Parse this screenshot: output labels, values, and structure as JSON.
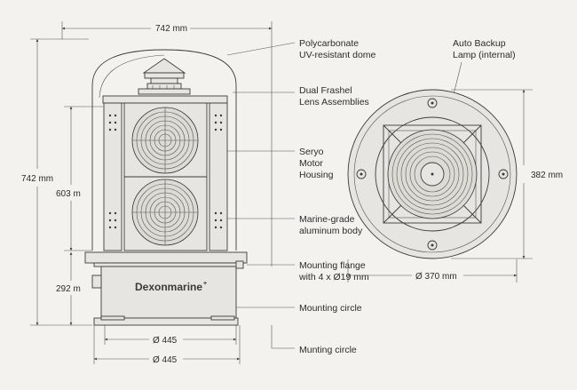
{
  "dimensions": {
    "top_width": "742 mm",
    "total_height": "742 mm",
    "upper_height": "603 m",
    "lower_height": "292 m",
    "base_dia_1": "Ø 445",
    "base_dia_2": "Ø 445",
    "top_view_dia": "Ø 370 mm",
    "top_view_height": "382 mm"
  },
  "brand": {
    "name": "Dexonmarine",
    "mark": "+"
  },
  "callouts": {
    "dome": [
      "Polycarbonate",
      "UV-resistant dome"
    ],
    "lens": [
      "Dual Frashel",
      "Lens Assemblies"
    ],
    "motor": [
      "Seryo",
      "Motor",
      "Housing"
    ],
    "body": [
      "Marine-grade",
      "aluminum body"
    ],
    "flange": [
      "Mounting flange",
      "with 4 x Ø19 mm"
    ],
    "circle": [
      "Mounting circle"
    ],
    "circle_bottom": [
      "Munting circle"
    ],
    "backup": [
      "Auto Backup",
      "Lamp (internal)"
    ]
  }
}
